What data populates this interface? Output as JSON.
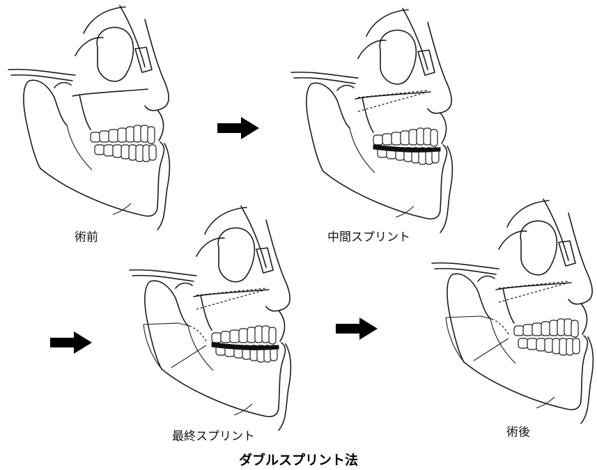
{
  "labels": {
    "preop": "術前",
    "intermediate": "中間スプリント",
    "final": "最終スプリント",
    "postop": "術後"
  },
  "title": "ダブルスプリント法",
  "colors": {
    "line": "#1a1a1a",
    "arrow": "#000000",
    "background": "#ffffff"
  }
}
